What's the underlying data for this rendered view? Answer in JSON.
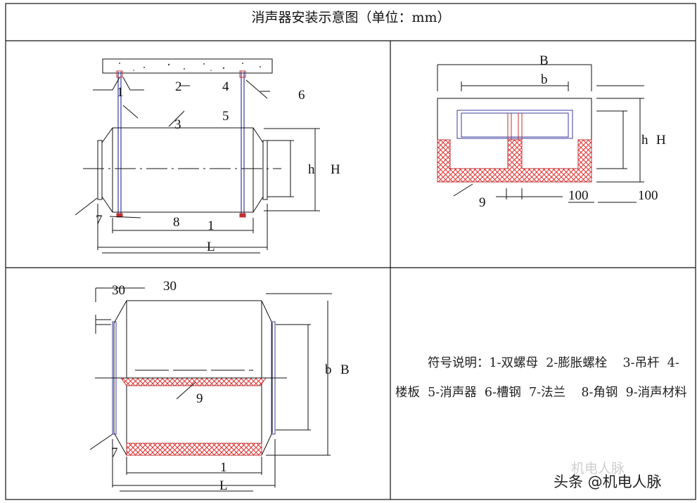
{
  "title": "消声器安装示意图（单位：mm）",
  "legend": {
    "intro": "符号说明：",
    "items": [
      "1-双螺母",
      "2-膨胀螺栓",
      "3-吊杆",
      "4-楼板",
      "5-消声器",
      "6-槽钢",
      "7-法兰",
      "8-角钢",
      "9-消声材料"
    ]
  },
  "panel_a": {
    "labels": {
      "n1": "1",
      "n2": "2",
      "n3": "3",
      "n4": "4",
      "n5": "5",
      "n6": "6",
      "n7": "7",
      "n8": "8",
      "n1b": "1",
      "h": "h",
      "H": "H",
      "L": "L"
    }
  },
  "panel_b": {
    "labels": {
      "B": "B",
      "b": "b",
      "h": "h",
      "H": "H",
      "n9": "9",
      "d100a": "100",
      "d100b": "100"
    }
  },
  "panel_c": {
    "labels": {
      "d30a": "30",
      "d30b": "30",
      "b": "b",
      "B": "B",
      "n9": "9",
      "n7": "7",
      "n1": "1",
      "L": "L"
    }
  },
  "watermark": {
    "main": "头条 @机电人脉",
    "faint": "机电人脉"
  },
  "colors": {
    "hatch": "#e0302e",
    "rod": "#3b3b9e",
    "line": "#111111",
    "fill": "#ffffff"
  }
}
